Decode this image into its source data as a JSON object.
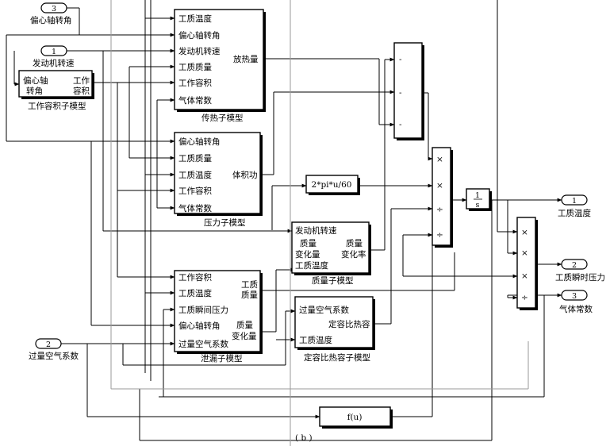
{
  "ports": {
    "in3": {
      "num": "3",
      "label": "偏心轴转角"
    },
    "in1": {
      "num": "1",
      "label": "发动机转速"
    },
    "in2": {
      "num": "2",
      "label": "过量空气系数"
    },
    "out1": {
      "num": "1",
      "label": "工质温度"
    },
    "out2": {
      "num": "2",
      "label": "工质瞬时压力"
    },
    "out3": {
      "num": "3",
      "label": "气体常数"
    }
  },
  "heat": {
    "in": [
      "工质温度",
      "偏心轴转角",
      "发动机转速",
      "工质质量",
      "工作容积",
      "气体常数"
    ],
    "out": "放热量",
    "title": "传热子模型"
  },
  "pressure": {
    "in": [
      "偏心轴转角",
      "工质质量",
      "工质温度",
      "工作容积",
      "气体常数"
    ],
    "out": "体积功",
    "title": "压力子模型"
  },
  "leak": {
    "in": [
      "工作容积",
      "工质温度",
      "工质瞬间压力",
      "偏心轴转角",
      "过量空气系数"
    ],
    "out0a": "工质",
    "out0b": "质量",
    "out1a": "质量",
    "out1b": "变化量",
    "title": "泄漏子模型"
  },
  "mass": {
    "in": [
      "发动机转速",
      "质量",
      "变化量",
      "工质温度"
    ],
    "out_a": "质量",
    "out_b": "变化率",
    "title": "质量子模型"
  },
  "cv": {
    "in": [
      "过量空气系数",
      "工质温度"
    ],
    "out": "定容比热容",
    "title": "定容比热容子模型"
  },
  "workvol": {
    "in_a": "偏心轴",
    "in_b": "转角",
    "out_a": "工作",
    "out_b": "容积",
    "title": "工作容积子模型"
  },
  "signs": {
    "sum": [
      "-",
      "-",
      "-"
    ],
    "prod1": [
      "×",
      "×",
      "÷",
      "÷"
    ],
    "prod2": [
      "×",
      "×",
      "×",
      "÷"
    ]
  },
  "gain": {
    "label": "2*pi*u/60"
  },
  "integrator": {
    "num": "1",
    "den": "s"
  },
  "fcn": {
    "label": "f(u)"
  },
  "caption": "( b )"
}
